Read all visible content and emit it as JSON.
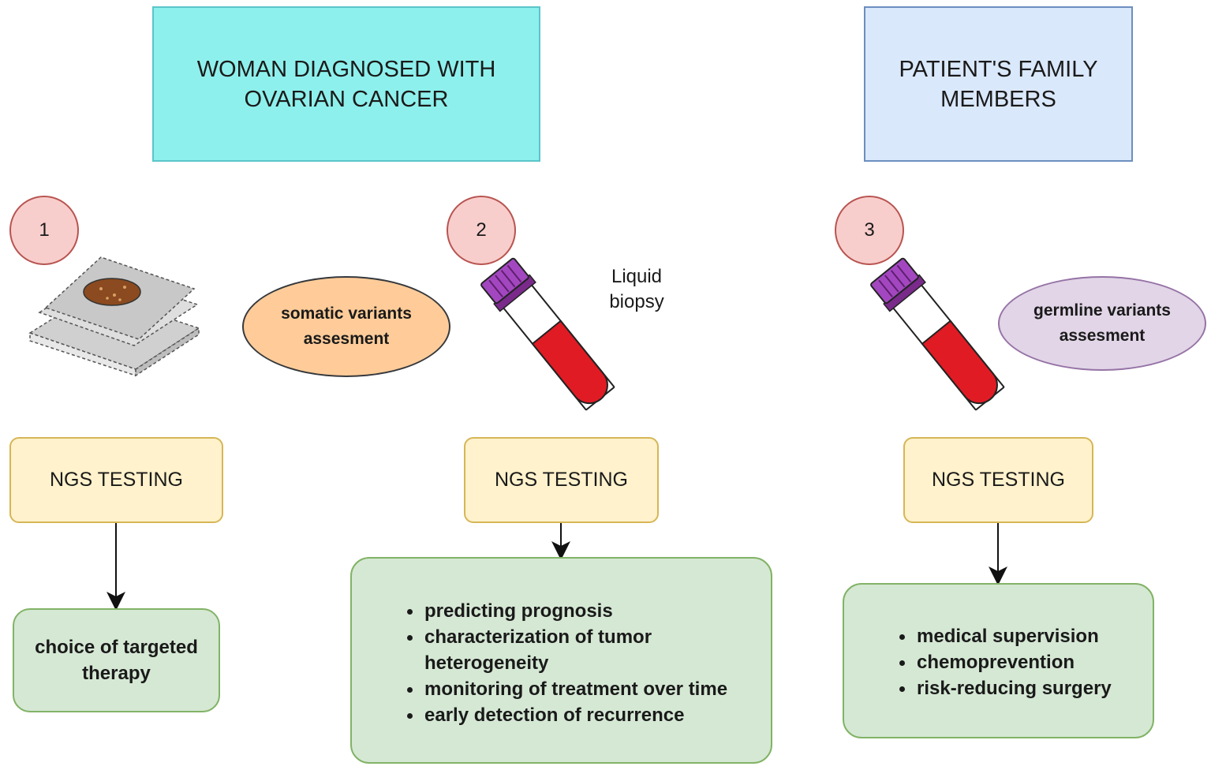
{
  "header_patient": [
    "WOMAN DIAGNOSED WITH",
    "OVARIAN CANCER"
  ],
  "header_family": [
    "PATIENT'S FAMILY",
    "MEMBERS"
  ],
  "steps": [
    "1",
    "2",
    "3"
  ],
  "somatic_ellipse": [
    "somatic variants",
    "assesment"
  ],
  "germline_ellipse": [
    "germline variants",
    "assesment"
  ],
  "liquid_label": [
    "Liquid",
    "biopsy"
  ],
  "ngs_label": "NGS TESTING",
  "outcome_1": [
    "choice of targeted",
    "therapy"
  ],
  "outcome_2_items": [
    "predicting prognosis",
    "characterization of tumor heterogeneity",
    "monitoring of treatment over time",
    "early detection of recurrence"
  ],
  "outcome_3_items": [
    "medical supervision",
    "chemoprevention",
    "risk-reducing surgery"
  ],
  "colors": {
    "patient_header": "#8ef0ec",
    "family_header": "#dae8fc",
    "step_circle": "#f8cecc",
    "somatic": "#ffcc99",
    "germline": "#e1d5e7",
    "ngs": "#fff2cc",
    "outcome": "#d5e8d4",
    "blood": "#e01b24",
    "tube_cap": "#a347c0"
  },
  "icons": [
    "tissue-slide-icon",
    "blood-tube-icon"
  ]
}
